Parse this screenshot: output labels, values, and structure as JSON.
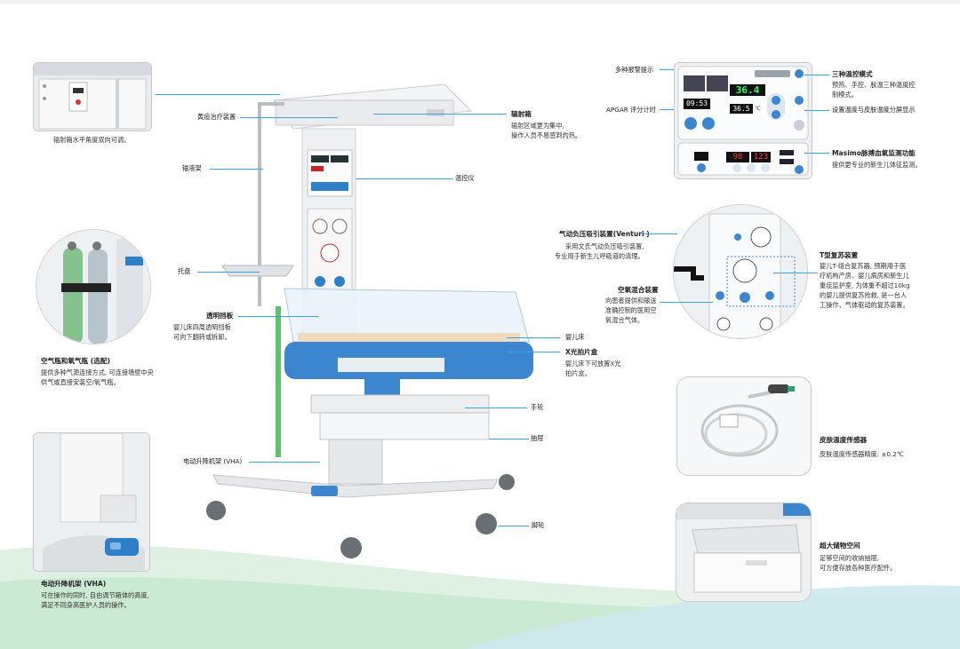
{
  "left_captions": {
    "radiation_angle": "辐射箱水平角度双向可调。",
    "gas_title": "空气瓶和氧气瓶 (选配)",
    "gas_body": "提供多种气源连接方式, 可连接墙壁中央\n供气或直接安装空/氧气瓶。",
    "vha_title": "电动升降机架 (VHA)",
    "vha_body": "可在操作的同时, 自由调节箱体的高度,\n满足不同身高医护人员的操作。"
  },
  "main_labels": {
    "phototherapy": "黄疸治疗装置",
    "infusion_stand": "输液架",
    "tray": "托盘",
    "transparent_panel_title": "透明挡板",
    "transparent_panel_body": "婴儿床四周透明挡板\n可向下翻转或拆卸。",
    "vha": "电动升降机架 (VHA)",
    "radiation_box_title": "辐射箱",
    "radiation_box_body": "辐射区域更为集中,\n操作人员不易感到灼热。",
    "temp_controller": "温控仪",
    "infant_bed": "婴儿床",
    "xray_title": "X光拍片盒",
    "xray_body": "婴儿床下可放置X光\n拍片盒。",
    "handwheel": "手轮",
    "drawer": "抽屉",
    "caster": "脚轮"
  },
  "panel_labels": {
    "alarm": "多种报警提示",
    "apgar": "APGAR 评分计时",
    "temp_modes_title": "三种温控模式",
    "temp_modes_body": "预热、手控、肤温三种温度控\n制模式。",
    "split_display": "设置温度与皮肤温度分屏显示",
    "masimo_title": "Masimo脉搏血氧监测功能",
    "masimo_body": "提供更专业的新生儿体征监测。"
  },
  "display_values": {
    "timer": "09:53",
    "temp_main": "36.4",
    "temp_set": "36.5",
    "spo2": "98",
    "pulse": "123",
    "unit_c": "℃"
  },
  "resus_labels": {
    "venturi_title": "气动负压吸引装置(Venturi )",
    "venturi_body": "采用文氏气动负压吸引装置,\n专业用于新生儿呼吸道的清理。",
    "mixer_title": "空氧混合装置",
    "mixer_body": "向患者提供和输送\n准确控制的医用空\n氧混合气体。",
    "tpiece_title": "T型复苏装置",
    "tpiece_body": "婴儿T-组合复苏器, 预期用于医\n疗机构产房、婴儿病房和新生儿\n重症监护室, 为体重不超过10kg\n的婴儿提供复苏抢救, 是一台人\n工操作、气体驱动的复苏装置。"
  },
  "accessories": {
    "skin_probe_title": "皮肤温度传感器",
    "skin_probe_body": "皮肤温度传感器精度: ±0.2℃",
    "storage_title": "超大储物空间",
    "storage_body": "足够空间的收纳抽屉,\n可方便存放各种医疗配件。"
  },
  "colors": {
    "accent_blue": "#3aa3e8",
    "device_blue": "#2f7fc8",
    "display_green": "#2dff6a",
    "display_red": "#ff3b3b",
    "wave_green": "#c7e8cf",
    "wave_teal": "#bfe3ea"
  }
}
